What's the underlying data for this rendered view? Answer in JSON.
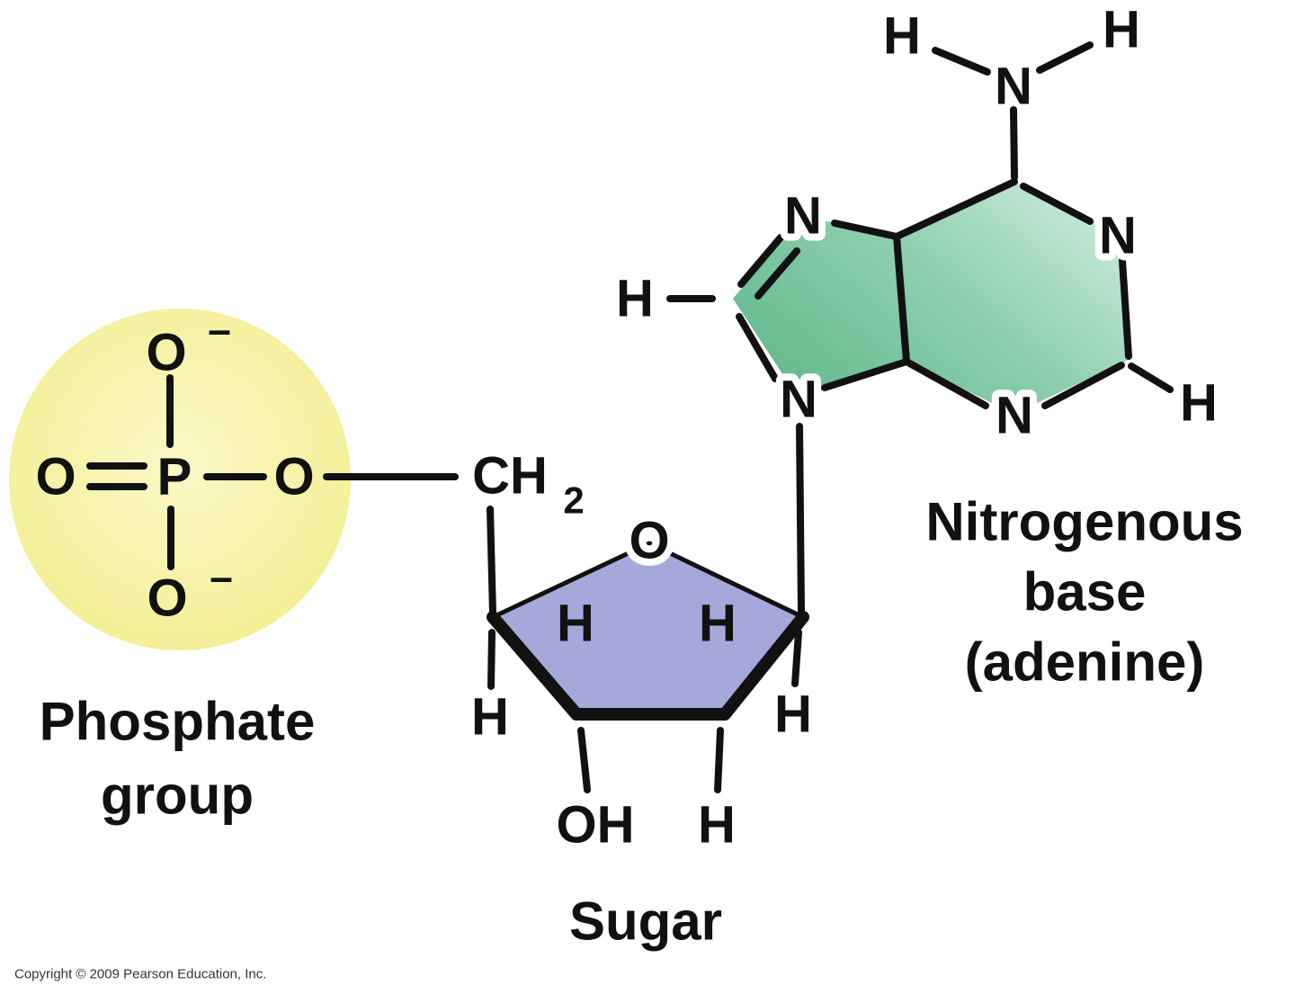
{
  "diagram": {
    "labels": {
      "phosphate_line1": "Phosphate",
      "phosphate_line2": "group",
      "sugar": "Sugar",
      "base_line1": "Nitrogenous",
      "base_line2": "base",
      "base_line3": "(adenine)"
    },
    "phosphate": {
      "p": "P",
      "o_top": "O",
      "o_top_charge": "–",
      "o_left": "O",
      "o_right": "O",
      "o_bottom": "O",
      "o_bottom_charge": "–"
    },
    "linker": {
      "ch": "CH",
      "subscript": "2"
    },
    "sugar": {
      "o_apex": "O",
      "h_inner_left": "H",
      "h_inner_right": "H",
      "h_left": "H",
      "oh_bottom_left": "OH",
      "h_bottom_right": "H",
      "h_right": "H"
    },
    "adenine": {
      "n_imidazole_top": "N",
      "n_imidazole_bottom": "N",
      "n_ring_top_right": "N",
      "n_ring_bottom": "N",
      "h_imidazole": "H",
      "h_ring_right": "H",
      "amine_n": "N",
      "amine_h_left": "H",
      "amine_h_right": "H"
    },
    "colors": {
      "phosphate_fill": "#f5ef96",
      "sugar_fill": "#a5a9d9",
      "adenine_fill": "#7cc49c",
      "bond": "#111111",
      "background": "#ffffff"
    },
    "copyright": "Copyright © 2009 Pearson Education, Inc."
  }
}
